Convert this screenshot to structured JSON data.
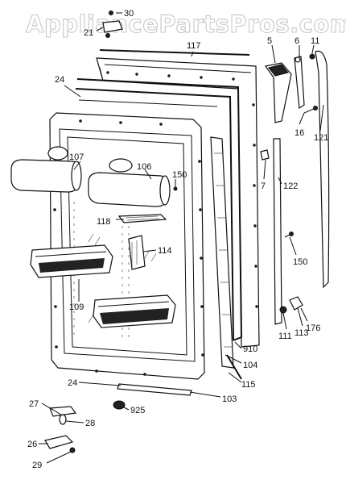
{
  "watermark": "AppliancePartsPros.com",
  "part_labels": {
    "p30": "30",
    "p21": "21",
    "p117": "117",
    "p5": "5",
    "p6": "6",
    "p11": "11",
    "p24_top": "24",
    "p107": "107",
    "p106": "106",
    "p150_left": "150",
    "p16": "16",
    "p121": "121",
    "p7": "7",
    "p122": "122",
    "p118": "118",
    "p114": "114",
    "p150_right": "150",
    "p109": "109",
    "p910": "910",
    "p104": "104",
    "p111": "111",
    "p113": "113",
    "p176": "176",
    "p24_bottom": "24",
    "p115": "115",
    "p103": "103",
    "p27": "27",
    "p925": "925",
    "p28": "28",
    "p26": "26",
    "p29": "29"
  }
}
